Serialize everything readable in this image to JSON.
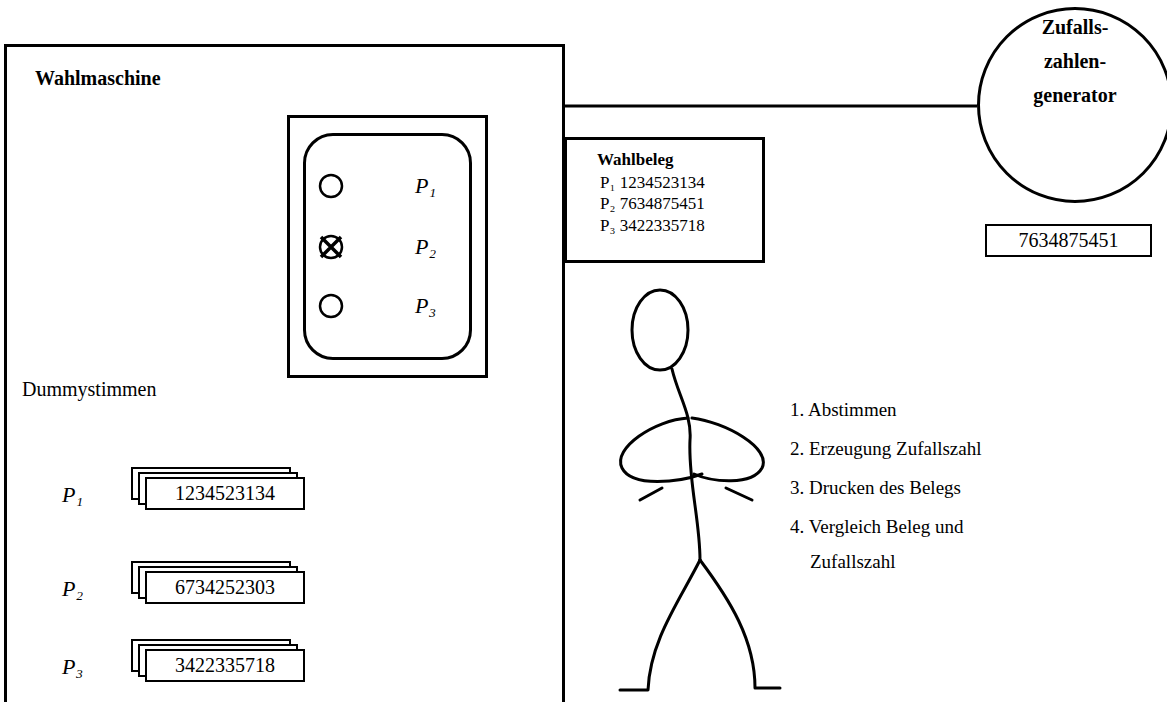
{
  "diagram": {
    "nodes": [
      {
        "text": [
          "Wahlmaschine",
          "Dummystimmen"
        ]
      },
      {
        "text": [
          "P₁",
          "P₂",
          "P₃"
        ],
        "in": 0
      },
      {
        "text": [
          "P₁",
          "1234523134"
        ],
        "in": 0
      },
      {
        "text": [
          "P₂",
          "6734252303"
        ],
        "in": 0
      },
      {
        "text": [
          "P₃",
          "3422335718"
        ],
        "in": 0
      },
      {
        "text": [
          "Wahlbeleg",
          "P₁ 1234523134",
          "P₂ 7634875451",
          "P₃ 3422335718"
        ]
      },
      {
        "text": [
          "Zufalls- zahlen- generator"
        ]
      },
      {
        "text": [
          "7634875451"
        ]
      }
    ],
    "edges": [
      {
        "from": 0,
        "to": 6,
        "arrow": "none"
      }
    ],
    "labels": [
      "1. Abstimmen",
      "2. Erzeugung Zufallszahl",
      "3. Drucken des Belegs",
      "4. Vergleich Beleg und Zufallszahl"
    ]
  }
}
